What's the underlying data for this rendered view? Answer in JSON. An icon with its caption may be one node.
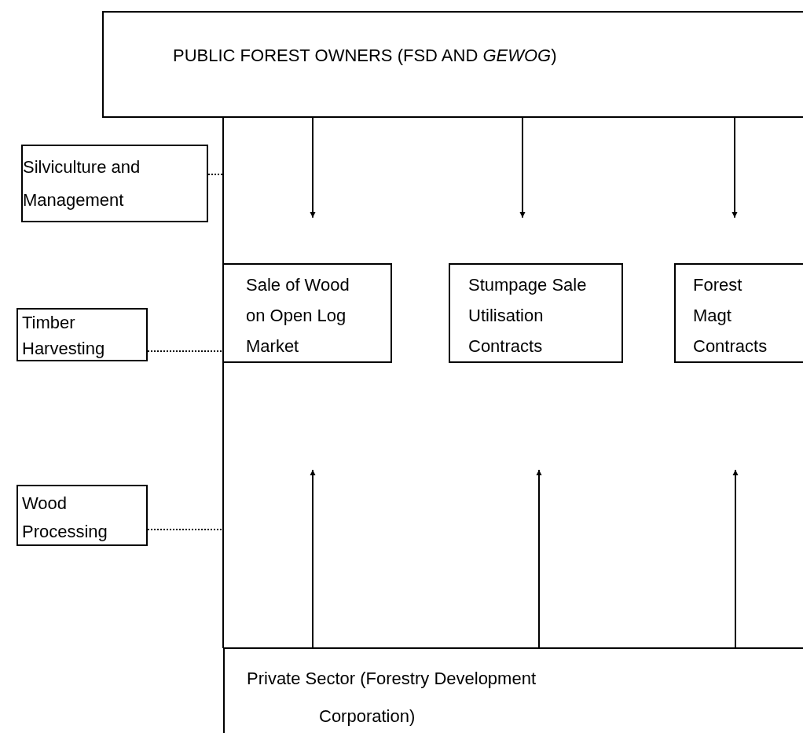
{
  "diagram": {
    "nodes": [
      {
        "text": [
          "PUBLIC FOREST OWNERS (FSD AND *GEWOG*)"
        ]
      },
      {
        "text": [
          "Silviculture and Management"
        ]
      },
      {
        "text": [
          "Timber Harvesting"
        ]
      },
      {
        "text": [
          "Wood Processing"
        ]
      },
      {
        "text": [
          "Sale of Wood on Open Log Market"
        ]
      },
      {
        "text": [
          "Stumpage Sale Utilisation Contracts"
        ]
      },
      {
        "text": [
          "Forest Magt Contracts"
        ]
      },
      {
        "text": [
          "Private Sector (Forestry Development Corporation)"
        ]
      },
      {
        "text": [],
        "shape": "bar"
      }
    ],
    "edges": [
      {
        "from": 0,
        "to": 4,
        "arrow": "to"
      },
      {
        "from": 0,
        "to": 5,
        "arrow": "to"
      },
      {
        "from": 0,
        "to": 6,
        "arrow": "to"
      },
      {
        "from": 1,
        "to": 8,
        "arrow": "none",
        "style": "dashed"
      },
      {
        "from": 2,
        "to": 8,
        "arrow": "none",
        "style": "dashed"
      },
      {
        "from": 3,
        "to": 8,
        "arrow": "none",
        "style": "dashed"
      },
      {
        "from": 7,
        "to": null,
        "arrow": "to"
      },
      {
        "from": 7,
        "to": null,
        "arrow": "to"
      },
      {
        "from": 7,
        "to": null,
        "arrow": "to"
      }
    ]
  }
}
